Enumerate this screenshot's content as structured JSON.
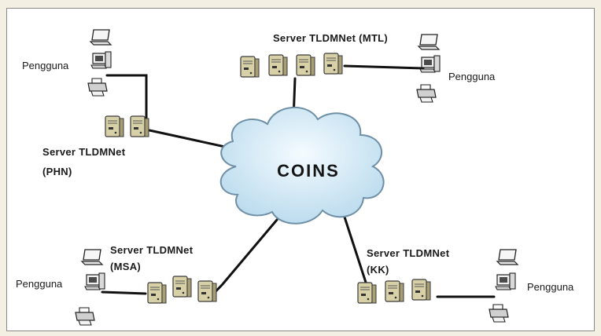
{
  "diagram": {
    "hub": {
      "label": "COINS"
    },
    "sites": [
      {
        "id": "mtl",
        "server_label": "Server TLDMNet (MTL)",
        "user_label": "Pengguna"
      },
      {
        "id": "phn",
        "server_label_line1": "Server TLDMNet",
        "server_label_line2": "(PHN)",
        "user_label": "Pengguna"
      },
      {
        "id": "msa",
        "server_label_line1": "Server TLDMNet",
        "server_label_line2": "(MSA)",
        "user_label": "Pengguna"
      },
      {
        "id": "kk",
        "server_label_line1": "Server TLDMNet",
        "server_label_line2": "(KK)",
        "user_label": "Pengguna"
      }
    ]
  },
  "colors": {
    "cloud_fill": "#d9ecf7",
    "cloud_stroke": "#6e8fa5",
    "link": "#111111",
    "server_body": "#d8d1a8",
    "page_border": "#f3efe2"
  }
}
